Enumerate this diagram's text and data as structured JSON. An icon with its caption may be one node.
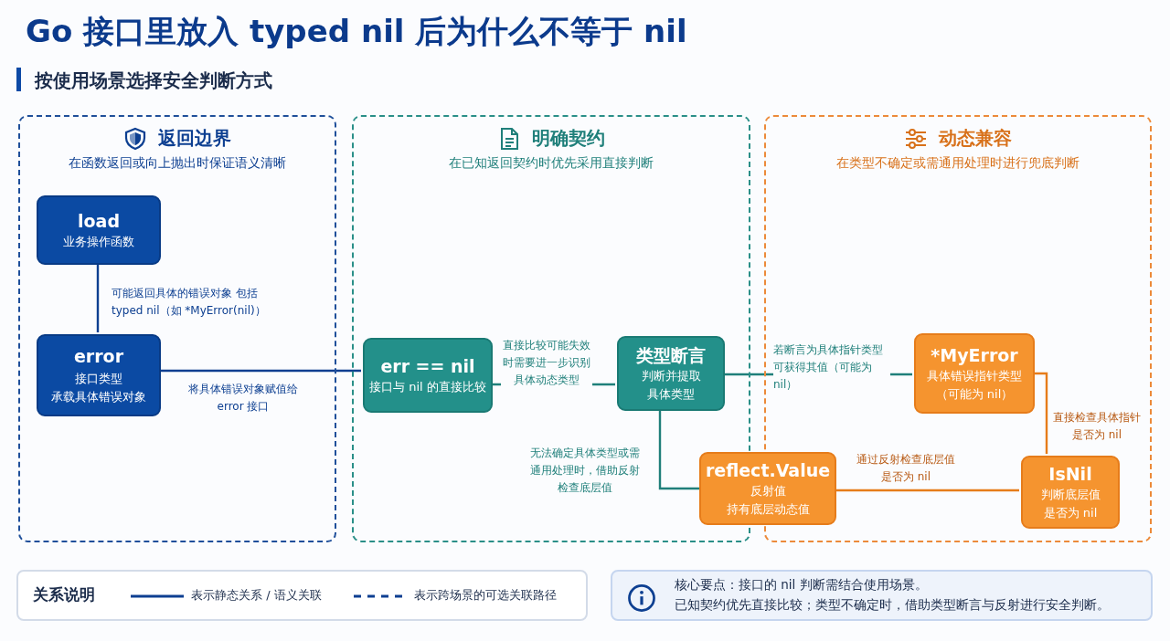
{
  "diagram": {
    "title": "Go 接口里放入 typed nil 后为什么不等于 nil",
    "nodes": [
      {
        "text": [
          "返回边界",
          "在函数返回或向上抛出时保证语义清晰"
        ]
      },
      {
        "text": [
          "load",
          "业务操作函数"
        ],
        "in": 0
      },
      {
        "text": [
          "error",
          "接口类型",
          "承载具体错误对象"
        ],
        "in": 0
      },
      {
        "text": [
          "明确契约",
          "在已知返回契约时优先采用直接判断"
        ]
      },
      {
        "text": [
          "err == nil",
          "接口与 nil 的直接比较"
        ],
        "in": 3
      },
      {
        "text": [
          "类型断言",
          "判断并提取具体类型"
        ],
        "in": 3
      },
      {
        "text": [
          "动态兼容",
          "在类型不确定或需通用处理时进行兜底判断"
        ]
      },
      {
        "text": [
          "*MyError",
          "具体错误指针类型",
          "（可能为 nil）"
        ],
        "in": 6
      },
      {
        "text": [
          "reflect.Value",
          "反射值",
          "持有底层动态值"
        ]
      },
      {
        "text": [
          "IsNil",
          "判断底层值是否为 nil"
        ],
        "in": 6
      },
      {
        "text": [
          "核心要点：接口的 nil 判断需结合使用场景。",
          "已知契约优先直接比较；类型不确定时，借助类型断言与反射进行安全判断。"
        ]
      }
    ],
    "edges": [
      {
        "from": 1,
        "to": 2,
        "arrow": "none",
        "label": "可能返回具体的错误对象 包括 typed nil（如 *MyError(nil)）",
        "color": "#0d3f91"
      },
      {
        "from": 2,
        "to": 4,
        "arrow": "none",
        "label": "将具体错误对象赋值给 error 接口",
        "color": "#0d3f91"
      },
      {
        "from": 4,
        "to": 5,
        "arrow": "none",
        "label": "直接比较可能失效时需要进一步识别具体动态类型",
        "color": "#1f7f7a"
      },
      {
        "from": 5,
        "to": 7,
        "arrow": "none",
        "label": "若断言为具体指针类型可获得其值（可能为 nil）",
        "color": "#1f7f7a"
      },
      {
        "from": 5,
        "to": 8,
        "arrow": "none",
        "label": "无法确定具体类型或需通用处理时，借助反射检查底层值",
        "color": "#1f7f7a"
      },
      {
        "from": 7,
        "to": 9,
        "arrow": "none",
        "label": "直接检查具体指针是否为 nil",
        "color": "#e67c1a"
      },
      {
        "from": 8,
        "to": 9,
        "arrow": "none",
        "label": "通过反射检查底层值是否为 nil",
        "color": "#e67c1a"
      }
    ],
    "labels": [
      "按使用场景选择安全判断方式",
      "关系说明"
    ],
    "legend": [
      {
        "text": "表示静态关系 / 语义关联"
      },
      {
        "text": "表示跨场景的可选关联路径"
      }
    ]
  }
}
